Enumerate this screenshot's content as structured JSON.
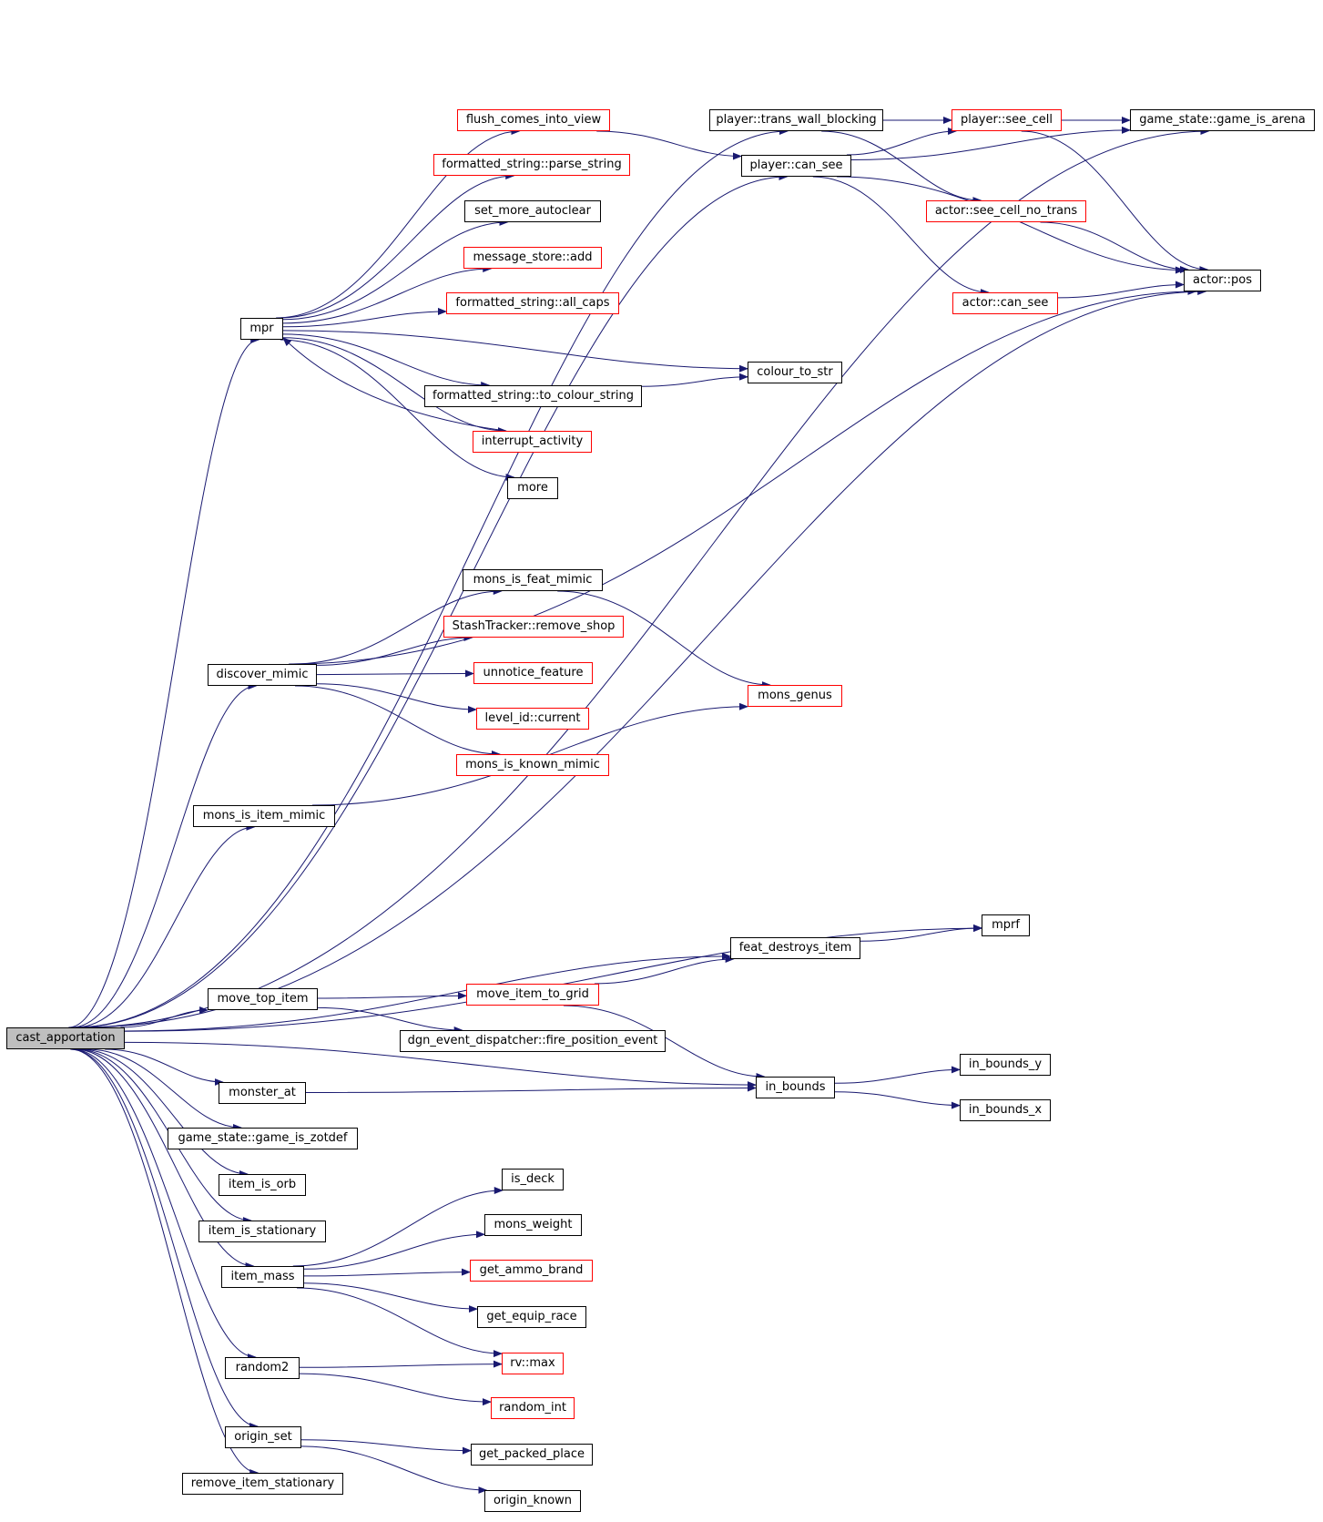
{
  "colors": {
    "edge": "#191970",
    "border": "#000000",
    "external_border": "#ff0000",
    "root_fill": "#bfbfbf"
  },
  "nodes": {
    "cast_apportation": {
      "label": "cast_apportation",
      "style": "root"
    },
    "mpr": {
      "label": "mpr",
      "style": "black"
    },
    "discover_mimic": {
      "label": "discover_mimic",
      "style": "black"
    },
    "mons_is_item_mimic": {
      "label": "mons_is_item_mimic",
      "style": "black"
    },
    "move_top_item": {
      "label": "move_top_item",
      "style": "black"
    },
    "monster_at": {
      "label": "monster_at",
      "style": "black"
    },
    "game_is_zotdef": {
      "label": "game_state::game_is_zotdef",
      "style": "black"
    },
    "item_is_orb": {
      "label": "item_is_orb",
      "style": "black"
    },
    "item_is_stationary": {
      "label": "item_is_stationary",
      "style": "black"
    },
    "item_mass": {
      "label": "item_mass",
      "style": "black"
    },
    "random2": {
      "label": "random2",
      "style": "black"
    },
    "origin_set": {
      "label": "origin_set",
      "style": "black"
    },
    "remove_item_stationary": {
      "label": "remove_item_stationary",
      "style": "black"
    },
    "flush_comes_into_view": {
      "label": "flush_comes_into_view",
      "style": "red"
    },
    "parse_string": {
      "label": "formatted_string::parse_string",
      "style": "red"
    },
    "set_more_autoclear": {
      "label": "set_more_autoclear",
      "style": "black"
    },
    "message_store_add": {
      "label": "message_store::add",
      "style": "red"
    },
    "all_caps": {
      "label": "formatted_string::all_caps",
      "style": "red"
    },
    "to_colour_string": {
      "label": "formatted_string::to_colour_string",
      "style": "black"
    },
    "interrupt_activity": {
      "label": "interrupt_activity",
      "style": "red"
    },
    "more": {
      "label": "more",
      "style": "black"
    },
    "mons_is_feat_mimic": {
      "label": "mons_is_feat_mimic",
      "style": "black"
    },
    "remove_shop": {
      "label": "StashTracker::remove_shop",
      "style": "red"
    },
    "unnotice_feature": {
      "label": "unnotice_feature",
      "style": "red"
    },
    "level_id_current": {
      "label": "level_id::current",
      "style": "red"
    },
    "mons_is_known_mimic": {
      "label": "mons_is_known_mimic",
      "style": "red"
    },
    "move_item_to_grid": {
      "label": "move_item_to_grid",
      "style": "red"
    },
    "fire_position_event": {
      "label": "dgn_event_dispatcher::fire_position_event",
      "style": "black"
    },
    "is_deck": {
      "label": "is_deck",
      "style": "black"
    },
    "mons_weight": {
      "label": "mons_weight",
      "style": "black"
    },
    "get_ammo_brand": {
      "label": "get_ammo_brand",
      "style": "red"
    },
    "get_equip_race": {
      "label": "get_equip_race",
      "style": "black"
    },
    "rv_max": {
      "label": "rv::max",
      "style": "red"
    },
    "random_int": {
      "label": "random_int",
      "style": "red"
    },
    "get_packed_place": {
      "label": "get_packed_place",
      "style": "black"
    },
    "origin_known": {
      "label": "origin_known",
      "style": "black"
    },
    "trans_wall_blocking": {
      "label": "player::trans_wall_blocking",
      "style": "black"
    },
    "player_can_see": {
      "label": "player::can_see",
      "style": "black"
    },
    "colour_to_str": {
      "label": "colour_to_str",
      "style": "black"
    },
    "mons_genus": {
      "label": "mons_genus",
      "style": "red"
    },
    "feat_destroys_item": {
      "label": "feat_destroys_item",
      "style": "black"
    },
    "in_bounds": {
      "label": "in_bounds",
      "style": "black"
    },
    "player_see_cell": {
      "label": "player::see_cell",
      "style": "red"
    },
    "see_cell_no_trans": {
      "label": "actor::see_cell_no_trans",
      "style": "red"
    },
    "actor_can_see": {
      "label": "actor::can_see",
      "style": "red"
    },
    "game_is_arena": {
      "label": "game_state::game_is_arena",
      "style": "black"
    },
    "actor_pos": {
      "label": "actor::pos",
      "style": "black"
    },
    "mprf": {
      "label": "mprf",
      "style": "black"
    },
    "in_bounds_y": {
      "label": "in_bounds_y",
      "style": "black"
    },
    "in_bounds_x": {
      "label": "in_bounds_x",
      "style": "black"
    }
  },
  "edges": [
    [
      "cast_apportation",
      "mpr"
    ],
    [
      "cast_apportation",
      "discover_mimic"
    ],
    [
      "cast_apportation",
      "mons_is_item_mimic"
    ],
    [
      "cast_apportation",
      "move_top_item"
    ],
    [
      "cast_apportation",
      "monster_at"
    ],
    [
      "cast_apportation",
      "game_is_zotdef"
    ],
    [
      "cast_apportation",
      "item_is_orb"
    ],
    [
      "cast_apportation",
      "item_is_stationary"
    ],
    [
      "cast_apportation",
      "item_mass"
    ],
    [
      "cast_apportation",
      "random2"
    ],
    [
      "cast_apportation",
      "origin_set"
    ],
    [
      "cast_apportation",
      "remove_item_stationary"
    ],
    [
      "cast_apportation",
      "trans_wall_blocking"
    ],
    [
      "cast_apportation",
      "player_can_see"
    ],
    [
      "cast_apportation",
      "game_is_arena"
    ],
    [
      "cast_apportation",
      "actor_pos"
    ],
    [
      "cast_apportation",
      "mprf"
    ],
    [
      "cast_apportation",
      "feat_destroys_item"
    ],
    [
      "cast_apportation",
      "in_bounds"
    ],
    [
      "mpr",
      "flush_comes_into_view"
    ],
    [
      "mpr",
      "parse_string"
    ],
    [
      "mpr",
      "set_more_autoclear"
    ],
    [
      "mpr",
      "message_store_add"
    ],
    [
      "mpr",
      "all_caps"
    ],
    [
      "mpr",
      "colour_to_str"
    ],
    [
      "mpr",
      "to_colour_string"
    ],
    [
      "mpr",
      "interrupt_activity"
    ],
    [
      "mpr",
      "more"
    ],
    [
      "interrupt_activity",
      "mpr"
    ],
    [
      "flush_comes_into_view",
      "player_can_see"
    ],
    [
      "to_colour_string",
      "colour_to_str"
    ],
    [
      "discover_mimic",
      "actor_pos"
    ],
    [
      "discover_mimic",
      "mons_is_feat_mimic"
    ],
    [
      "discover_mimic",
      "remove_shop"
    ],
    [
      "discover_mimic",
      "unnotice_feature"
    ],
    [
      "discover_mimic",
      "level_id_current"
    ],
    [
      "discover_mimic",
      "mons_is_known_mimic"
    ],
    [
      "mons_is_feat_mimic",
      "mons_genus"
    ],
    [
      "mons_is_item_mimic",
      "mons_genus"
    ],
    [
      "move_top_item",
      "move_item_to_grid"
    ],
    [
      "move_top_item",
      "fire_position_event"
    ],
    [
      "move_item_to_grid",
      "feat_destroys_item"
    ],
    [
      "move_item_to_grid",
      "in_bounds"
    ],
    [
      "feat_destroys_item",
      "mprf"
    ],
    [
      "monster_at",
      "in_bounds"
    ],
    [
      "in_bounds",
      "in_bounds_y"
    ],
    [
      "in_bounds",
      "in_bounds_x"
    ],
    [
      "item_mass",
      "is_deck"
    ],
    [
      "item_mass",
      "mons_weight"
    ],
    [
      "item_mass",
      "get_ammo_brand"
    ],
    [
      "item_mass",
      "get_equip_race"
    ],
    [
      "item_mass",
      "rv_max"
    ],
    [
      "random2",
      "rv_max"
    ],
    [
      "random2",
      "random_int"
    ],
    [
      "origin_set",
      "get_packed_place"
    ],
    [
      "origin_set",
      "origin_known"
    ],
    [
      "trans_wall_blocking",
      "player_see_cell"
    ],
    [
      "trans_wall_blocking",
      "see_cell_no_trans"
    ],
    [
      "player_can_see",
      "player_see_cell"
    ],
    [
      "player_can_see",
      "game_is_arena"
    ],
    [
      "player_can_see",
      "actor_pos"
    ],
    [
      "player_can_see",
      "actor_can_see"
    ],
    [
      "player_see_cell",
      "game_is_arena"
    ],
    [
      "player_see_cell",
      "actor_pos"
    ],
    [
      "see_cell_no_trans",
      "actor_pos"
    ],
    [
      "actor_can_see",
      "actor_pos"
    ]
  ]
}
